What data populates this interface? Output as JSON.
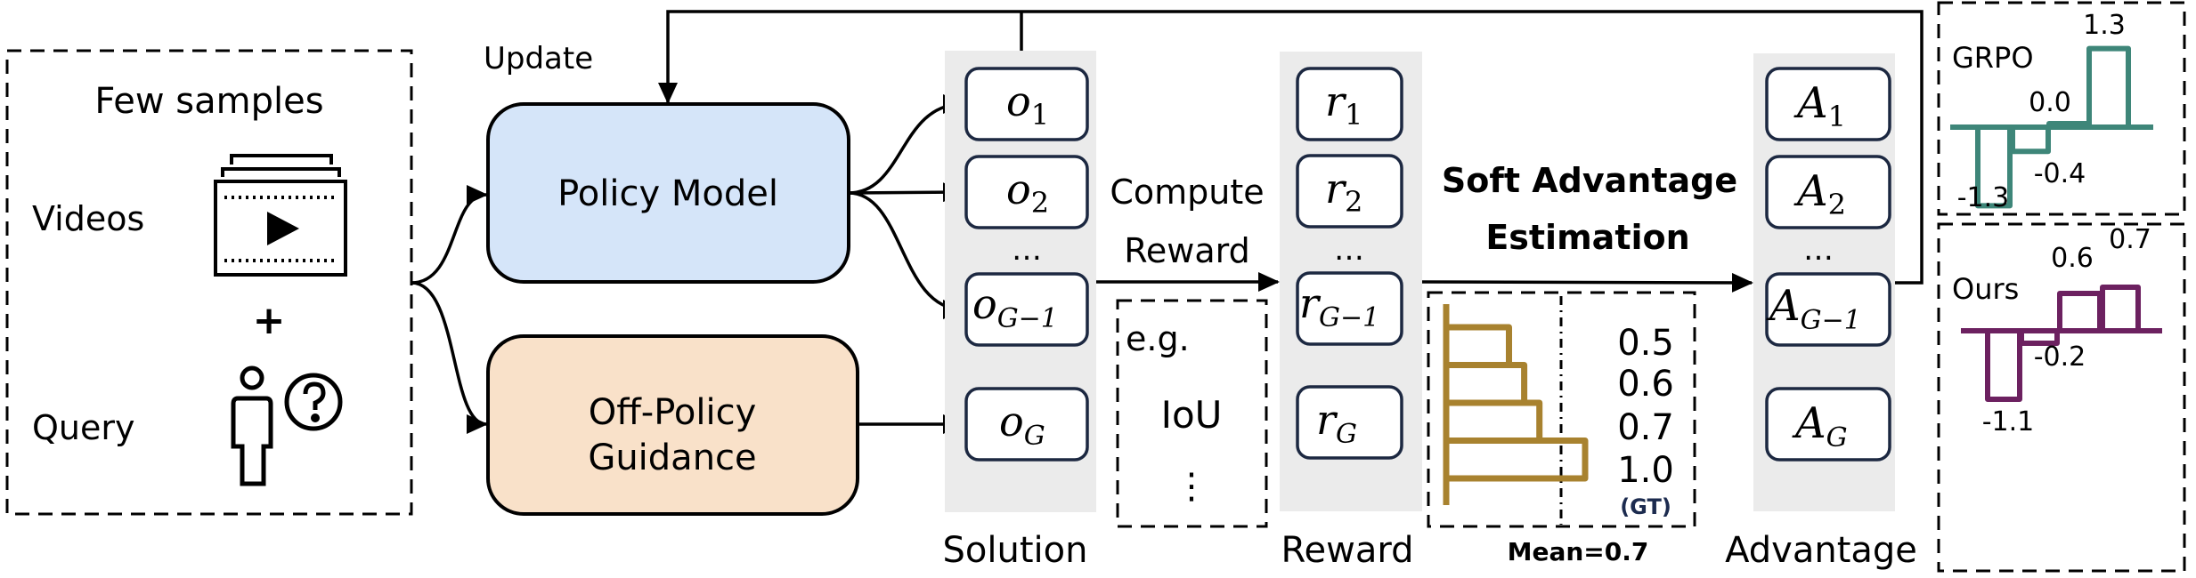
{
  "inputs": {
    "title": "Few samples",
    "videos_label": "Videos",
    "plus": "+",
    "query_label": "Query",
    "video_icon": "video-stack-icon",
    "query_icon": "person-question-icon"
  },
  "update_label": "Update",
  "policy_model": {
    "label": "Policy Model",
    "color": "#d5e5f9"
  },
  "off_policy": {
    "line1": "Off-Policy",
    "line2": "Guidance",
    "color": "#f9e1c9"
  },
  "solution": {
    "label": "Solution",
    "items": [
      {
        "base": "o",
        "sub": "1"
      },
      {
        "base": "o",
        "sub": "2"
      },
      {
        "base": "o",
        "sub": "G−1"
      },
      {
        "base": "o",
        "sub": "G"
      }
    ],
    "ellipsis": "…"
  },
  "compute_reward": {
    "line1": "Compute",
    "line2": "Reward",
    "example_prefix": "e.g.",
    "example": "IoU",
    "more": "⋮"
  },
  "reward": {
    "label": "Reward",
    "items": [
      {
        "base": "r",
        "sub": "1"
      },
      {
        "base": "r",
        "sub": "2"
      },
      {
        "base": "r",
        "sub": "G−1"
      },
      {
        "base": "r",
        "sub": "G"
      }
    ],
    "ellipsis": "…"
  },
  "soft_advantage": {
    "line1": "Soft Advantage",
    "line2": "Estimation",
    "rewards": [
      {
        "value": 0.5,
        "label": "0.5"
      },
      {
        "value": 0.6,
        "label": "0.6"
      },
      {
        "value": 0.7,
        "label": "0.7"
      },
      {
        "value": 1.0,
        "label": "1.0"
      }
    ],
    "gt_label": "(GT)",
    "mean_label": "Mean=0.7",
    "mean": 0.7,
    "bar_color": "#a8822f",
    "gt_color": "#1c2b4f"
  },
  "advantage": {
    "label": "Advantage",
    "items": [
      {
        "base": "A",
        "sub": "1"
      },
      {
        "base": "A",
        "sub": "2"
      },
      {
        "base": "A",
        "sub": "G−1"
      },
      {
        "base": "A",
        "sub": "G"
      }
    ],
    "ellipsis": "…"
  },
  "chart_data": [
    {
      "type": "bar",
      "title": "GRPO",
      "values": [
        -1.3,
        -0.4,
        0.0,
        1.3
      ],
      "labels": [
        "-1.3",
        "-0.4",
        "0.0",
        "1.3"
      ],
      "color": "#3e8679"
    },
    {
      "type": "bar",
      "title": "Ours",
      "values": [
        -1.1,
        -0.2,
        0.6,
        0.7
      ],
      "labels": [
        "-1.1",
        "-0.2",
        "0.6",
        "0.7"
      ],
      "color": "#6c2160"
    }
  ]
}
